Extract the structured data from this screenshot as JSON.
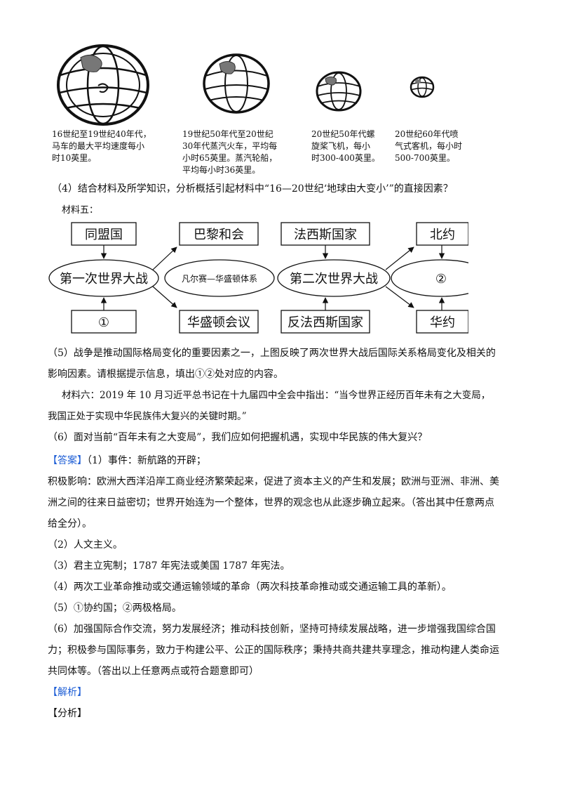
{
  "captions": [
    [
      "16世纪至19世纪40年代，",
      "马车的最大平均速度每小",
      "时10英里。"
    ],
    [
      "19世纪50年代至20世纪",
      "30年代蒸汽火车，平均每",
      "小时65英里。蒸汽轮船，",
      "平均每小时36英里。"
    ],
    [
      "20世纪50年代螺",
      "旋桨飞机，每小",
      "时300-400英里。"
    ],
    [
      "20世纪60年代喷",
      "气式客机，每小时",
      "500-700英里。"
    ]
  ],
  "q4": "（4）结合材料及所学知识，分析概括引起材料中“16—20世纪‘地球由大变小’”的直接因素？",
  "material5_label": "材料五：",
  "diagram": {
    "box_tongmeng": "同盟国",
    "box_bali": "巴黎和会",
    "box_faxisi": "法西斯国家",
    "box_beiyue": "北约",
    "ellipse_ww1": "第一次世界大战",
    "ellipse_versailles": "凡尔赛—华盛顿体系",
    "ellipse_ww2": "第二次世界大战",
    "ellipse_blank2": "②",
    "box_blank1": "①",
    "box_huashengdun": "华盛顿会议",
    "box_fanfaxisi": "反法西斯国家",
    "box_huayue": "华约"
  },
  "q5_line1": "（5）战争是推动国际格局变化的重要因素之一，上图反映了两次世界大战后国际关系格局变化及相关的",
  "q5_line2": "影响因素。请根据提示信息，填出①②处对应的内容。",
  "material6_line1": "材料六：2019 年 10 月习近平总书记在十九届四中全会中指出：“当今世界正经历百年未有之大变局，",
  "material6_line2": "我国正处于实现中华民族伟大复兴的关键时期。”",
  "q6": "（6）面对当前“百年未有之大变局”，我们应如何把握机遇，实现中华民族的伟大复兴？",
  "answer_tag": "【答案】",
  "a1": "（1）事件：新航路的开辟；",
  "a1_l2": "积极影响：欧洲大西洋沿岸工商业经济繁荣起来，促进了资本主义的产生和发展；欧洲与亚洲、非洲、美",
  "a1_l3": "洲之间的往来日益密切；世界开始连为一个整体，世界的观念也从此逐步确立起来。（答出其中任意两点",
  "a1_l4": "给全分）。",
  "a2": "（2）人文主义。",
  "a3": "（3）君主立宪制；1787 年宪法或美国 1787 年宪法。",
  "a4": "（4）两次工业革命推动或交通运输领域的革命（两次科技革命推动或交通运输工具的革新）。",
  "a5": "（5）①协约国；②两极格局。",
  "a6_l1": "（6）加强国际合作交流，努力发展经济；推动科技创新，坚持可持续发展战略，进一步增强我国综合国",
  "a6_l2": "力；积极参与国际事务，致力于构建公平、公正的国际秩序；秉持共商共建共享理念，推动构建人类命运",
  "a6_l3": "共同体等。（答出以上任意两点或符合题意即可）",
  "analysis_tag": "【解析】",
  "fenxi_tag": "【分析】"
}
